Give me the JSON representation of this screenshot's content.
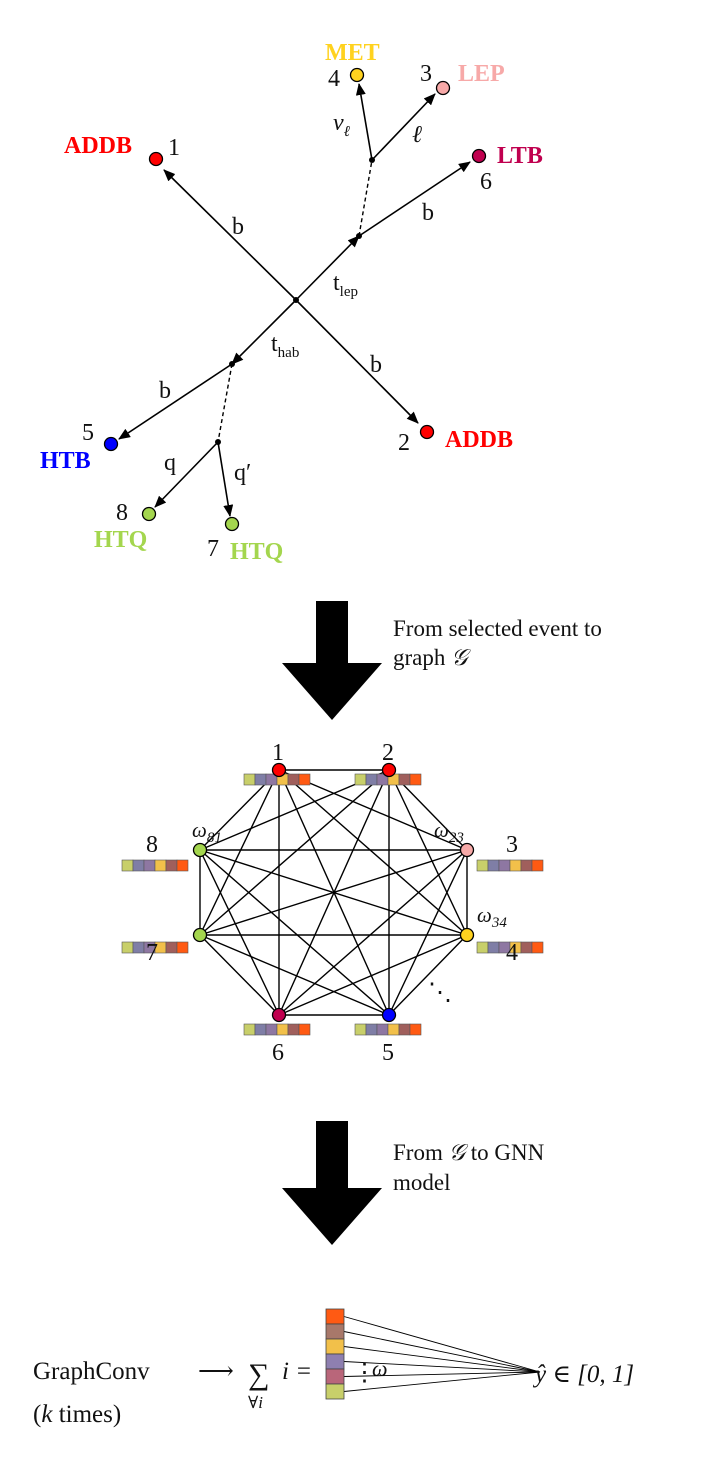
{
  "event_diagram": {
    "nodes": [
      {
        "num": "1",
        "tag": "ADDB",
        "color": "#ff0000"
      },
      {
        "num": "2",
        "tag": "ADDB",
        "color": "#ff0000"
      },
      {
        "num": "3",
        "tag": "LEP",
        "color": "#f7a9a8"
      },
      {
        "num": "4",
        "tag": "MET",
        "color": "#ffd21f"
      },
      {
        "num": "5",
        "tag": "HTB",
        "color": "#0000ff"
      },
      {
        "num": "6",
        "tag": "LTB",
        "color": "#c0004f"
      },
      {
        "num": "7",
        "tag": "HTQ",
        "color": "#a4d64e"
      },
      {
        "num": "8",
        "tag": "HTQ",
        "color": "#a4d64e"
      }
    ],
    "edge_labels": {
      "b_top_left": "b",
      "b_bottom_right": "b",
      "b_lep": "b",
      "b_hab": "b",
      "t_lep": "t",
      "t_lep_sub": "lep",
      "t_hab": "t",
      "t_hab_sub": "hab",
      "nu": "ν",
      "nu_sub": "ℓ",
      "lepton": "ℓ",
      "q": "q",
      "q_prime": "q′"
    },
    "tag_colors": {
      "ADDB": "#ff0000",
      "LEP": "#f7a9a8",
      "MET": "#ffd21f",
      "HTB": "#0000ff",
      "LTB": "#c0004f",
      "HTQ": "#a4d64e"
    }
  },
  "step1": {
    "caption_line1": "From selected event to",
    "caption_line2_prefix": "graph ",
    "caption_line2_symbol": "𝒢"
  },
  "graph": {
    "node_numbers": [
      "1",
      "2",
      "3",
      "4",
      "5",
      "6",
      "7",
      "8"
    ],
    "weight_labels": [
      {
        "symbol": "ω",
        "sub": "81"
      },
      {
        "symbol": "ω",
        "sub": "23"
      },
      {
        "symbol": "ω",
        "sub": "34"
      }
    ],
    "ellipsis": "⋱",
    "feature_colors": [
      "#c8cf6a",
      "#7f7ea6",
      "#8e77a2",
      "#f2c04a",
      "#a05f5c",
      "#ff5a13"
    ]
  },
  "step2": {
    "caption_line1_prefix": "From ",
    "caption_line1_symbol": "𝒢",
    "caption_line1_suffix": " to GNN",
    "caption_line2": "model"
  },
  "model": {
    "graphconv": "GraphConv",
    "arrow": "⟶",
    "times_var": "k",
    "times_text": " times)",
    "sum_symbol": "∑",
    "sum_sub": "∀i",
    "sum_body": "i =",
    "dots": "⋮",
    "omega": "ω",
    "output": "ŷ ∈ [0, 1]",
    "vector_colors": [
      "#ff5a13",
      "#a8786a",
      "#f2c04a",
      "#8e7fb0",
      "#b9667a",
      "#c8cf6a"
    ]
  }
}
